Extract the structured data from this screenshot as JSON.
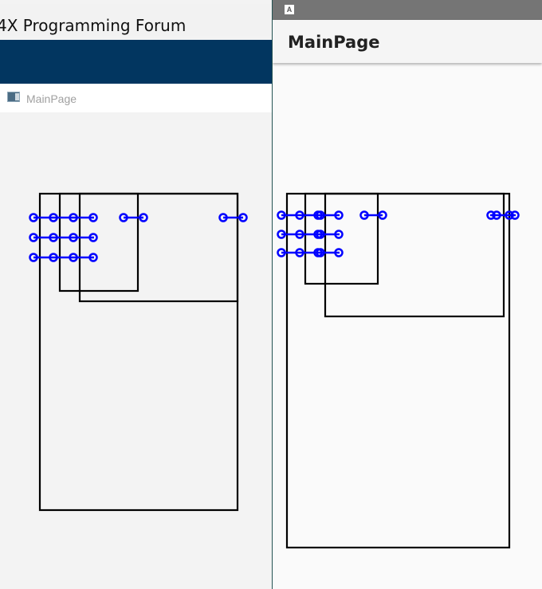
{
  "windows_pane": {
    "window_title": "4X Programming Forum",
    "tab_label": "MainPage"
  },
  "android_pane": {
    "status_icon": "A",
    "appbar_title": "MainPage"
  },
  "colors": {
    "nav_bar": "#023660",
    "marker_blue": "#0000ff",
    "rect_stroke": "#000000"
  }
}
